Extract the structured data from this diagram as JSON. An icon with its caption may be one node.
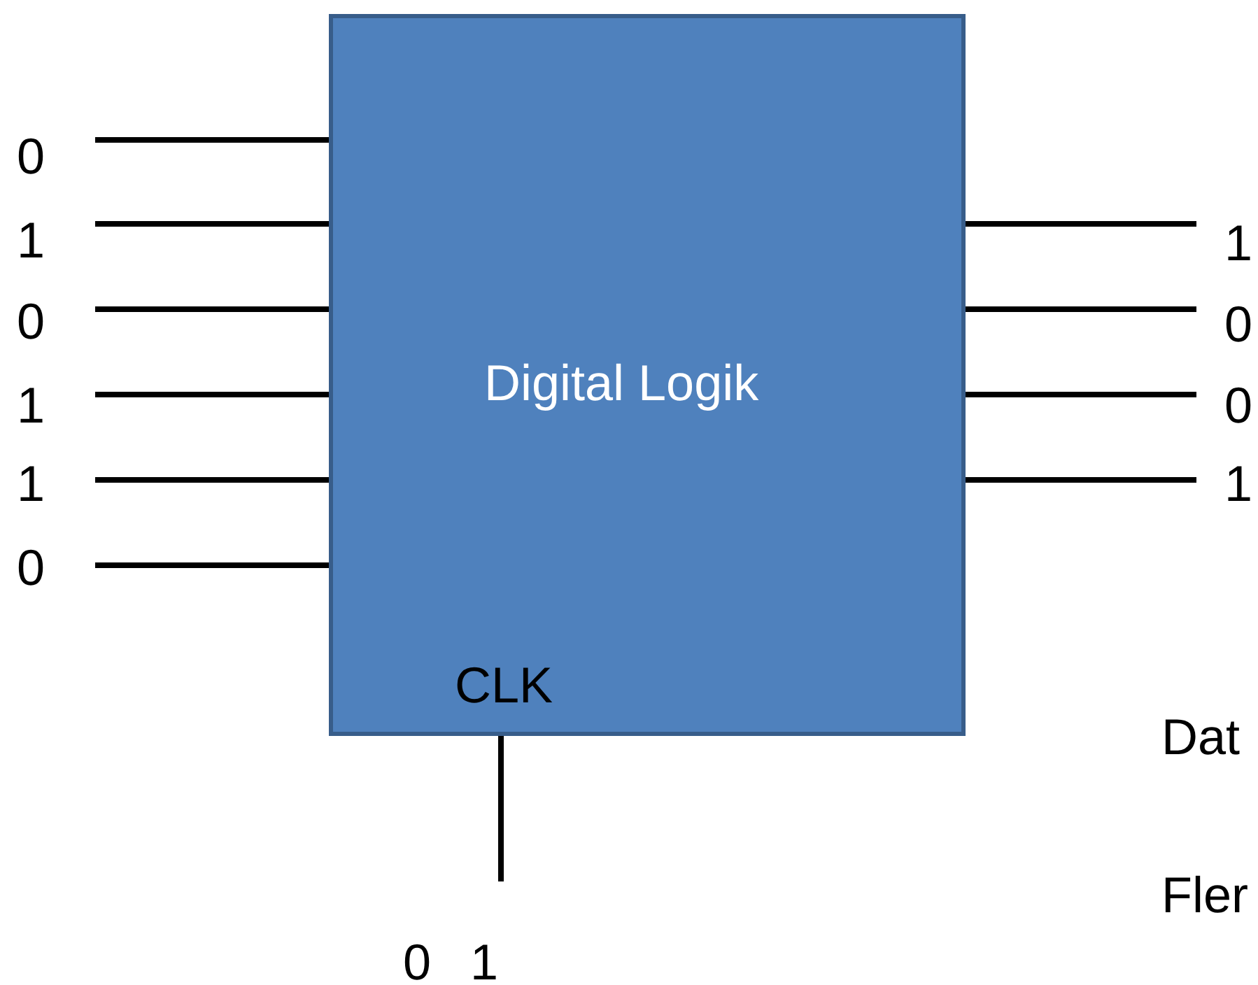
{
  "diagram": {
    "nodes": [
      {
        "text": [
          "Digital Logik"
        ]
      },
      {
        "text": [
          "0"
        ]
      },
      {
        "text": [
          "1"
        ]
      },
      {
        "text": [
          "0"
        ]
      },
      {
        "text": [
          "1"
        ]
      },
      {
        "text": [
          "1"
        ]
      },
      {
        "text": [
          "0"
        ]
      },
      {
        "text": [
          "1"
        ]
      },
      {
        "text": [
          "0"
        ]
      },
      {
        "text": [
          "0"
        ]
      },
      {
        "text": [
          "1"
        ]
      },
      {
        "text": [
          "0 1"
        ]
      }
    ],
    "edges": [
      {
        "from": 1,
        "to": 0,
        "arrow": "none"
      },
      {
        "from": 2,
        "to": 0,
        "arrow": "none"
      },
      {
        "from": 3,
        "to": 0,
        "arrow": "none"
      },
      {
        "from": 4,
        "to": 0,
        "arrow": "none"
      },
      {
        "from": 5,
        "to": 0,
        "arrow": "none"
      },
      {
        "from": 6,
        "to": 0,
        "arrow": "none"
      },
      {
        "from": 0,
        "to": 7,
        "arrow": "none"
      },
      {
        "from": 0,
        "to": 8,
        "arrow": "none"
      },
      {
        "from": 0,
        "to": 9,
        "arrow": "none"
      },
      {
        "from": 0,
        "to": 10,
        "arrow": "none"
      },
      {
        "from": 11,
        "to": 0,
        "arrow": "none"
      }
    ],
    "labels": [
      "CLK",
      "Dat",
      "Fler"
    ]
  }
}
